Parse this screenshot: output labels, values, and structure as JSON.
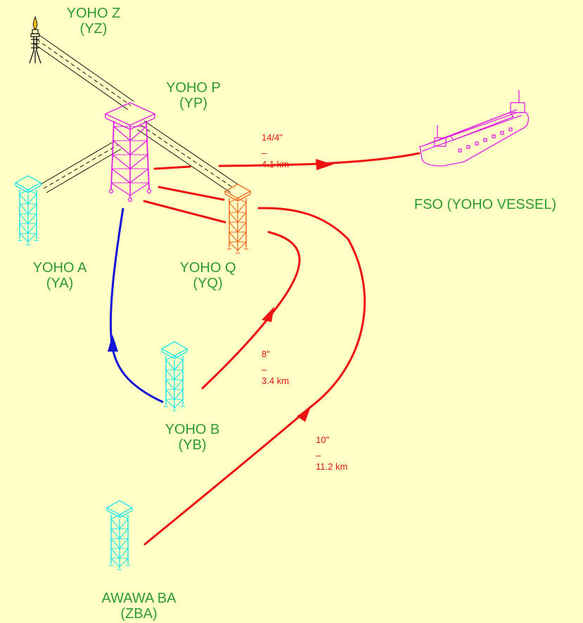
{
  "colors": {
    "background": "#FFFFC6",
    "label_green": "#2E9A2E",
    "pipeline_red": "#EE1111",
    "pipeline_blue": "#1414D8",
    "platform_cyan": "#22E6EA",
    "platform_magenta": "#E020E6",
    "platform_orange": "#F26A22",
    "flare_black": "#111111",
    "flame_yellow": "#F4C20D"
  },
  "platforms": {
    "yz": {
      "name": "YOHO Z",
      "code": "(YZ)",
      "icon": "flare-stack-icon"
    },
    "yp": {
      "name": "YOHO P",
      "code": "(YP)",
      "icon": "platform-tower-icon"
    },
    "ya": {
      "name": "YOHO A",
      "code": "(YA)",
      "icon": "platform-tower-icon"
    },
    "yq": {
      "name": "YOHO Q",
      "code": "(YQ)",
      "icon": "platform-tower-icon"
    },
    "yb": {
      "name": "YOHO B",
      "code": "(YB)",
      "icon": "platform-tower-icon"
    },
    "zba": {
      "name": "AWAWA BA",
      "code": "(ZBA)",
      "icon": "platform-tower-icon"
    },
    "fso": {
      "name": "FSO (YOHO VESSEL)",
      "icon": "ship-icon"
    }
  },
  "pipelines": {
    "yp_fso": {
      "size": "14/4\"",
      "dash": "–",
      "length": "4.1  km"
    },
    "yb_yq": {
      "size": "8\"",
      "dash": "–",
      "length": "3.4  km"
    },
    "zba_yp": {
      "size": "10\"",
      "dash": "–",
      "length": "11.2  km"
    }
  }
}
